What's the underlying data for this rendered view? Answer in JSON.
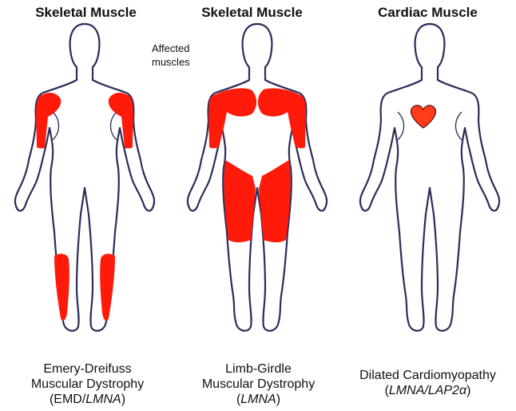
{
  "panels": [
    {
      "title": "Skeletal Muscle",
      "caption": {
        "line1": "Emery-Dreifuss",
        "line2": "Muscular Dystrophy",
        "line3_prefix": "(EMD/",
        "line3_gene": "LMNA",
        "line3_suffix": ")"
      }
    },
    {
      "title": "Skeletal Muscle",
      "caption": {
        "line1": "Limb-Girdle",
        "line2": "Muscular Dystrophy",
        "line3_prefix": "(",
        "line3_gene": "LMNA",
        "line3_suffix": ")"
      }
    },
    {
      "title": "Cardiac Muscle",
      "caption": {
        "line1": "Dilated Cardiomyopathy",
        "line2": "",
        "line3_prefix": "(",
        "line3_gene": "LMNA/LAP2α",
        "line3_suffix": ")"
      }
    }
  ],
  "annotation": {
    "line1": "Affected",
    "line2": "muscles"
  },
  "colors": {
    "affected": "#ff1a0a",
    "outline": "#2b2d5a"
  },
  "icons": [
    "human-figure-outline",
    "heart-icon"
  ]
}
